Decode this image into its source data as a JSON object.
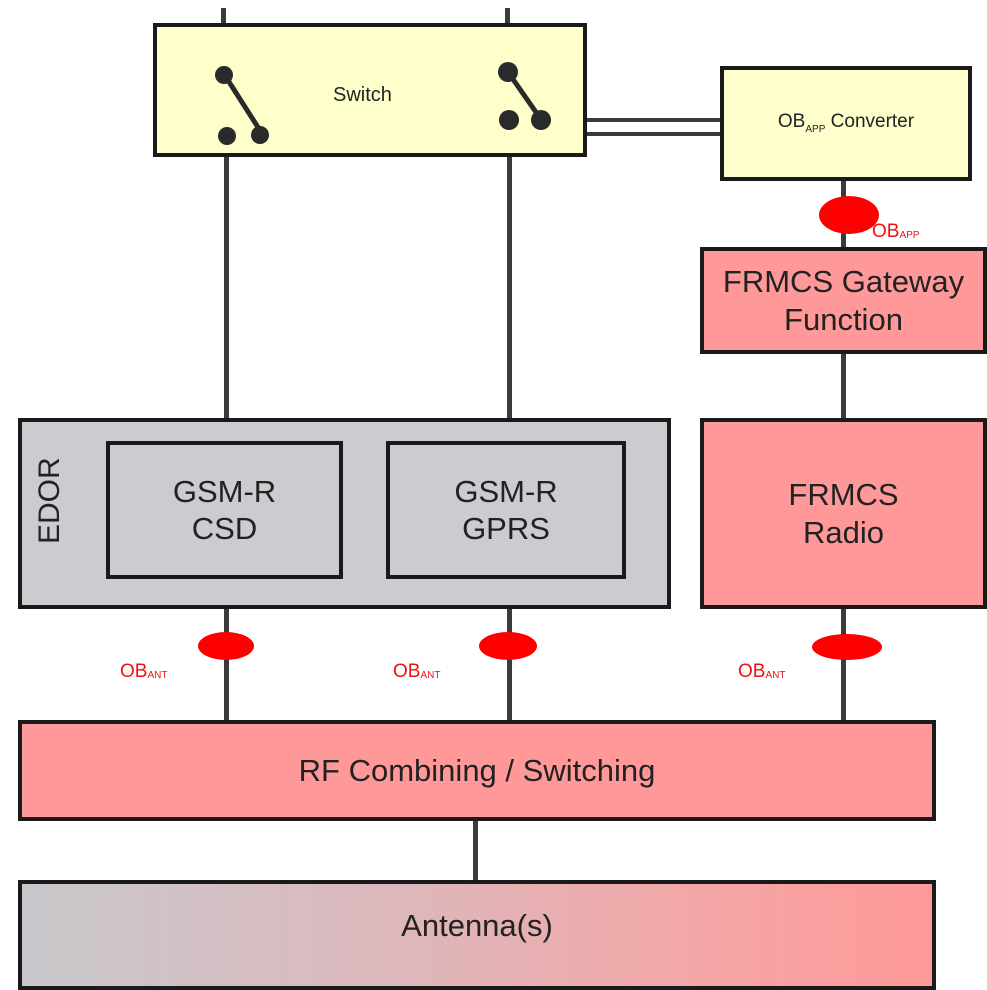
{
  "switch": {
    "label": "Switch"
  },
  "converter": {
    "prefix": "OB",
    "sub": "APP",
    "label": "Converter"
  },
  "gateway": {
    "line1": "FRMCS Gateway",
    "line2": "Function"
  },
  "ob_app": {
    "main": "OB",
    "sub": "APP"
  },
  "edor": {
    "label": "EDOR",
    "csd": {
      "line1": "GSM-R",
      "line2": "CSD"
    },
    "gprs": {
      "line1": "GSM-R",
      "line2": "GPRS"
    }
  },
  "frmcs_radio": {
    "line1": "FRMCS",
    "line2": "Radio"
  },
  "ob_ant": {
    "main": "OB",
    "sub": "ANT"
  },
  "rf": {
    "label": "RF Combining / Switching"
  },
  "antenna": {
    "label": "Antenna(s)"
  },
  "colors": {
    "accent_red": "#ff0000",
    "pink_box": "#ff9999",
    "yellow_box": "#ffffcc",
    "grey_box": "#cbcbd0"
  }
}
